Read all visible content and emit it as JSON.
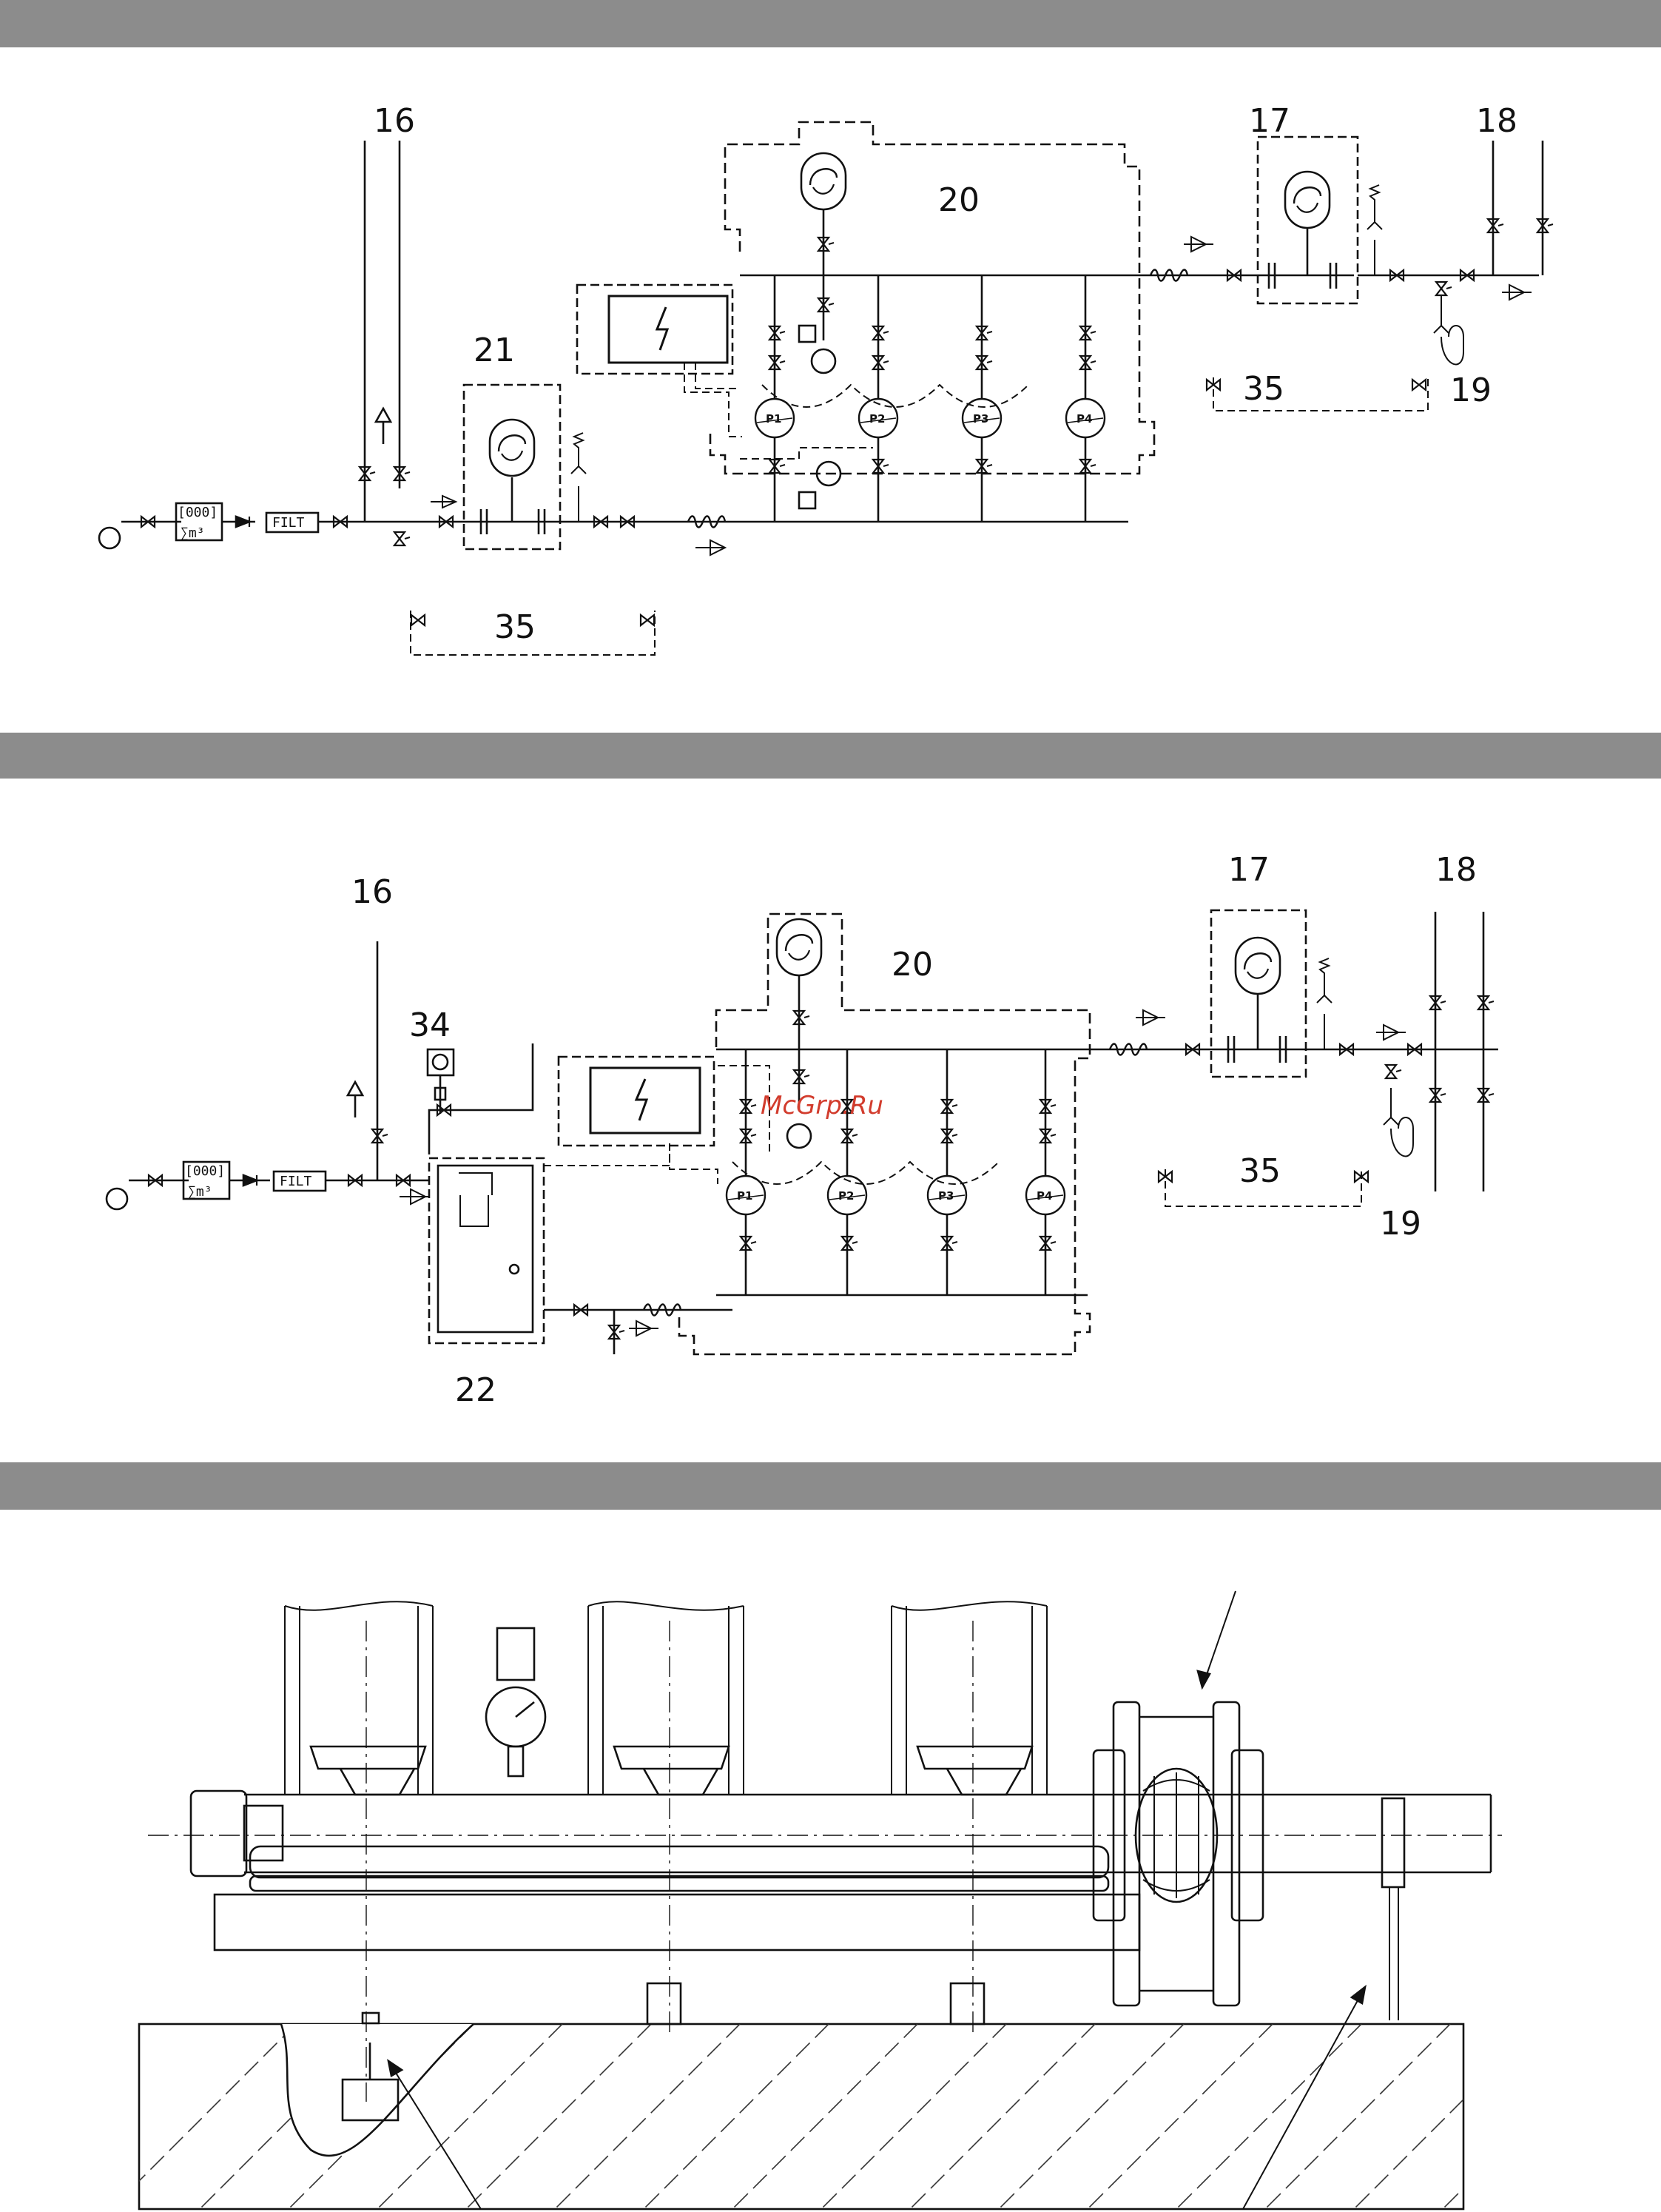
{
  "bands": [
    {
      "name": "band-top"
    },
    {
      "name": "band-middle"
    },
    {
      "name": "band-bottom"
    }
  ],
  "diagram1": {
    "labels": {
      "l16": "16",
      "l17": "17",
      "l18": "18",
      "l19": "19",
      "l20": "20",
      "l21": "21",
      "l35a": "35",
      "l35b": "35"
    },
    "filter": "FILT",
    "meter": "[000]",
    "meter_sum": "∑m³",
    "pumps": [
      "P1",
      "P2",
      "P3",
      "P4"
    ]
  },
  "diagram2": {
    "labels": {
      "l16": "16",
      "l17": "17",
      "l18": "18",
      "l19": "19",
      "l20": "20",
      "l22": "22",
      "l34": "34",
      "l35": "35"
    },
    "filter": "FILT",
    "meter": "[000]",
    "meter_sum": "∑m³",
    "pumps": [
      "P1",
      "P2",
      "P3",
      "P4"
    ],
    "watermark": "McGrp.Ru"
  },
  "colors": {
    "band": "#8c8c8c",
    "line": "#111111",
    "watermark": "#d23c2d"
  }
}
